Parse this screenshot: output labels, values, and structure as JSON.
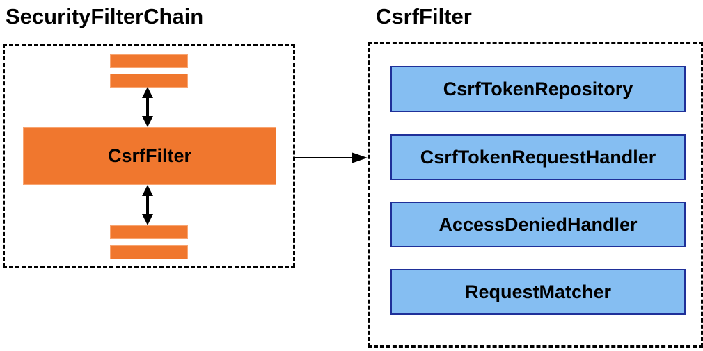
{
  "titles": {
    "left": "SecurityFilterChain",
    "right": "CsrfFilter"
  },
  "left_panel": {
    "filter_box_label": "CsrfFilter"
  },
  "right_panel": {
    "components": [
      {
        "label": "CsrfTokenRepository"
      },
      {
        "label": "CsrfTokenRequestHandler"
      },
      {
        "label": "AccessDeniedHandler"
      },
      {
        "label": "RequestMatcher"
      }
    ]
  },
  "colors": {
    "orange": "#F0772E",
    "orange_border": "#F8A470",
    "blue_fill": "#85BEF2",
    "blue_border": "#1F3099",
    "shadow_dark": "#9E9E9E",
    "shadow_light": "#E2E2E2",
    "arrow_black": "#000000"
  }
}
